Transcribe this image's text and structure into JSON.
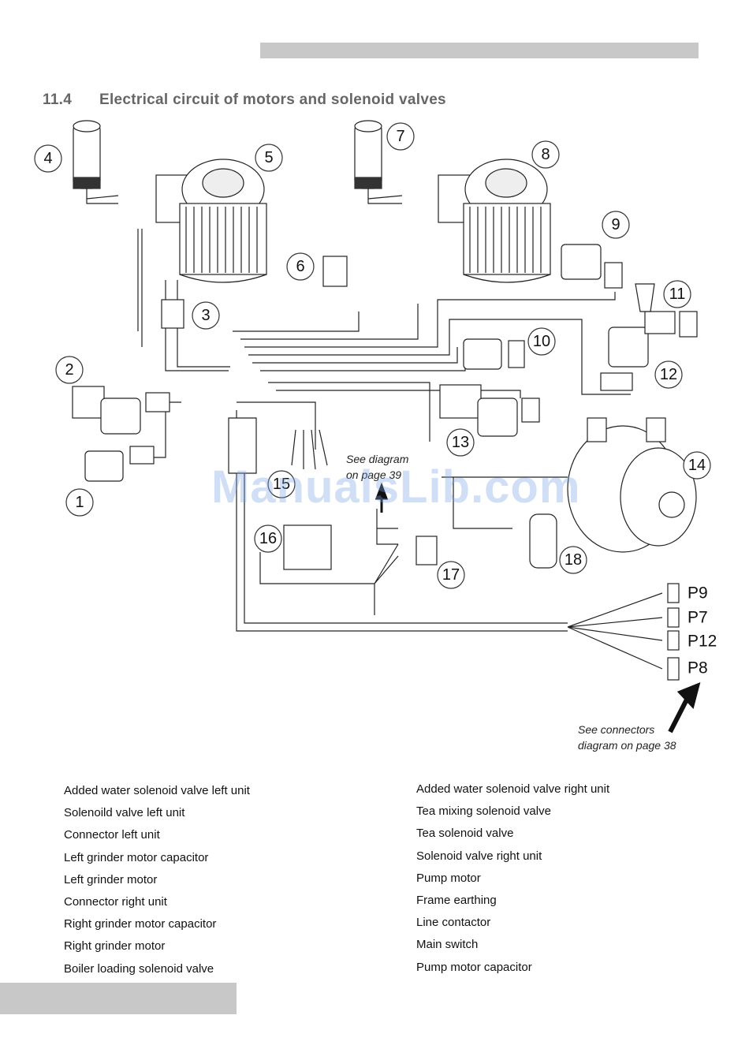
{
  "section": {
    "number": "11.4",
    "title": "Electrical circuit of motors and solenoid valves"
  },
  "callouts": [
    "1",
    "2",
    "3",
    "4",
    "5",
    "6",
    "7",
    "8",
    "9",
    "10",
    "11",
    "12",
    "13",
    "14",
    "15",
    "16",
    "17",
    "18"
  ],
  "connectors": [
    "P9",
    "P7",
    "P12",
    "P8"
  ],
  "notes": {
    "diagram_line1": "See diagram",
    "diagram_line2": "on page 39",
    "connectors_line1": "See connectors",
    "connectors_line2": "diagram on page 38"
  },
  "legend_left": [
    "Added water solenoid valve left unit",
    "Solenoild valve left unit",
    "Connector left unit",
    "Left grinder motor capacitor",
    "Left grinder motor",
    "Connector right unit",
    "Right grinder motor capacitor",
    "Right grinder motor",
    "Boiler loading solenoid valve"
  ],
  "legend_right": [
    "Added water solenoid valve right unit",
    "Tea mixing solenoid valve",
    "Tea solenoid valve",
    "Solenoid valve right unit",
    "Pump motor",
    "Frame earthing",
    "Line contactor",
    "Main switch",
    "Pump motor capacitor"
  ],
  "watermark": "ManualsLib.com"
}
